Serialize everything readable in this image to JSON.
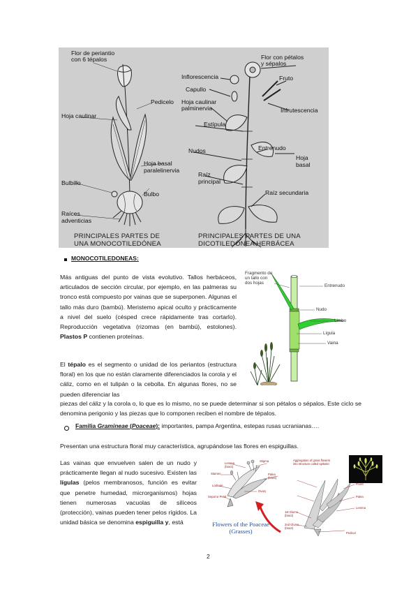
{
  "figure_top": {
    "labels_left": {
      "flor_perianto": "Flor de periantio",
      "flor_perianto_2": "con 6 tépalos",
      "pedicelo": "Pedicelo",
      "hoja_caulinar": "Hoja caulinar",
      "hoja_basal": "Hoja basal",
      "hoja_basal_2": "paralelinervia",
      "bulbillo": "Bulbillo",
      "bulbo": "Bulbo",
      "raices": "Raíces",
      "raices_2": "adventicias"
    },
    "labels_right": {
      "flor_petalos": "Flor con pétalos",
      "flor_petalos_2": "y sépalos",
      "inflorescencia": "Inflorescencia",
      "fruto": "Fruto",
      "capullo": "Capullo",
      "hoja_caulinar": "Hoja caulinar",
      "hoja_caulinar_2": "palminervia",
      "infrutescencia": "Infrutescencia",
      "estipula": "Estípula",
      "entrenudo": "Entrenudo",
      "nudos": "Nudos",
      "hoja_basal": "Hoja",
      "hoja_basal_2": "basal",
      "raiz_principal": "Raíz",
      "raiz_principal_2": "principal",
      "raiz_secundaria": "Raíz secundaria"
    },
    "caption_left_1": "PRINCIPALES PARTES DE",
    "caption_left_2": "UNA MONOCOTILEDÓNEA",
    "caption_right_1": "PRINCIPALES PARTES DE UNA",
    "caption_right_2": "DICOTILEDÓNEA HERBÁCEA"
  },
  "section": {
    "title": "MONOCOTILEDONEAS:",
    "p1_a": "Más antiguas del punto de vista evolutivo. Tallos herbáceos, articulados de sección circular, por ejemplo, en las palmeras su tronco está compuesto por vainas que se superponen. Algunas el tallo más duro (bambú). Meristemo apical oculto y prácticamente a nivel del suelo (césped crece rápidamente tras cortarlo). Reproducción vegetativa (rizomas (en bambú), estolones).",
    "p1_bold": "Plastos P",
    "p1_b": " contienen proteínas.",
    "p2_a": "El ",
    "p2_bold": "tépalo",
    "p2_b": " es el segmento o unidad de los periantos (estructura floral) en los que no están claramente diferenciados la corola y el cáliz, como en el tulipán o la cebolla. En algunas flores, no se pueden diferenciar las",
    "p2_c": "piezas del cáliz y la corola o, lo que es lo mismo, no se puede determinar si son pétalos o sépalos. Este ciclo se denomina perigonio y las piezas que lo componen reciben el nombre de tépalos."
  },
  "subsection": {
    "title_a": "Familia ",
    "title_italic": "Gramineae",
    "title_b": " (",
    "title_italic2": "Poaceae",
    "title_c": "):",
    "title_rest": " importantes, pampa Argentina, estepas rusas ucranianas….",
    "p3": "Presentan una estructura floral muy característica, agrupándose las flores en espiguillas.",
    "p4_a": "Las vainas que envuelven salen de un nudo y prácticamente llegan al nudo sucesivo. Existen las ",
    "p4_bold1": "lígulas",
    "p4_b": " (pelos membranosos, función es evitar que penetre humedad, microrganismos) hojas tienen numerosas vacuolas de silíceos (protección), vainas pueden tener pelos rígidos. La unidad básica se denomina ",
    "p4_bold2": "espiguilla y",
    "p4_c": ", está"
  },
  "figure_grass": {
    "fragmento": "Fragmento de",
    "fragmento_2": "un tallo con",
    "fragmento_3": "dos hojas",
    "entrenudo": "Entrenudo",
    "nudo": "Nudo",
    "limbo": "Limbo",
    "ligula": "Lígula",
    "vaina": "Vaina"
  },
  "figure_poaceae": {
    "title_1": "Flowers of the Poaceae",
    "title_2": "(Grasses)",
    "lemma": "Lemma",
    "lemma_2": "(bract)",
    "stigma": "Stigma",
    "palea": "Palea",
    "palea_2": "(bract)",
    "stamen": "Stamen",
    "lodicule": "Lodicule",
    "ovary": "Ovary",
    "sepal": "Sepal or Petal",
    "aggregation": "Aggregation of grass flowers",
    "aggregation_2": "into structure called spikelet",
    "floret": "Floret",
    "palea_r": "Palea",
    "lemma_r": "Lemma",
    "glume1": "1st Glume",
    "glume1_2": "(bract)",
    "glume2": "2nd Glume",
    "glume2_2": "(bract)",
    "pedicel": "Pedicel"
  },
  "page_number": "2"
}
